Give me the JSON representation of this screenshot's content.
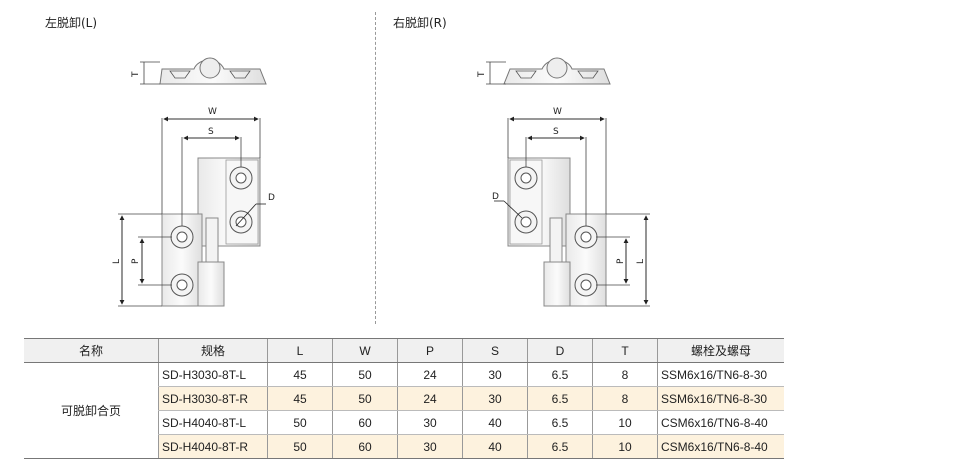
{
  "figures": {
    "left_title": "左脱卸(L)",
    "right_title": "右脱卸(R)",
    "dims": {
      "T": "T",
      "W": "W",
      "S": "S",
      "D": "D",
      "L": "L",
      "P": "P"
    }
  },
  "table": {
    "headers": [
      "名称",
      "规格",
      "L",
      "W",
      "P",
      "S",
      "D",
      "T",
      "螺栓及螺母"
    ],
    "name": "可脱卸合页",
    "rows": [
      [
        "SD-H3030-8T-L",
        "45",
        "50",
        "24",
        "30",
        "6.5",
        "8",
        "SSM6x16/TN6-8-30"
      ],
      [
        "SD-H3030-8T-R",
        "45",
        "50",
        "24",
        "30",
        "6.5",
        "8",
        "SSM6x16/TN6-8-30"
      ],
      [
        "SD-H4040-8T-L",
        "50",
        "60",
        "30",
        "40",
        "6.5",
        "10",
        "CSM6x16/TN6-8-40"
      ],
      [
        "SD-H4040-8T-R",
        "50",
        "60",
        "30",
        "40",
        "6.5",
        "10",
        "CSM6x16/TN6-8-40"
      ]
    ]
  }
}
